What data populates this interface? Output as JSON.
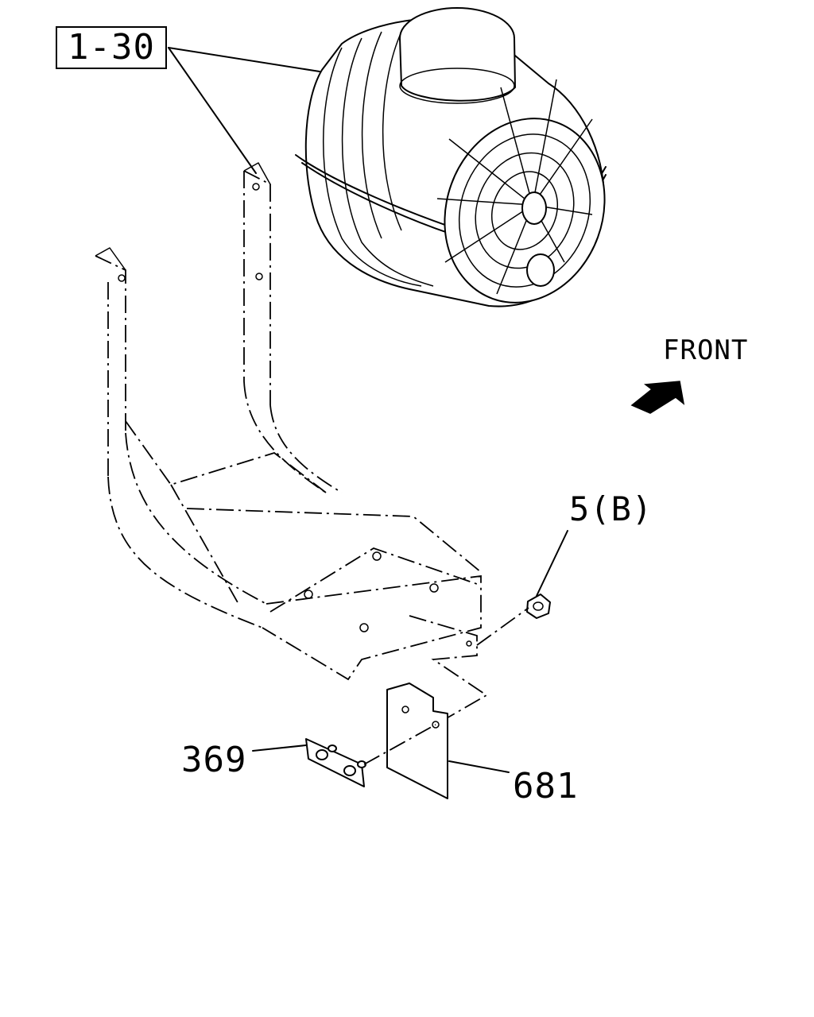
{
  "labels": {
    "assembly": "1-30",
    "direction": "FRONT",
    "nut": "5(B)",
    "bolt_plate": "369",
    "bracket": "681"
  },
  "colors": {
    "ink": "#000000",
    "paper": "#ffffff"
  },
  "icons": {
    "direction_arrow": "front-arrow-icon"
  }
}
